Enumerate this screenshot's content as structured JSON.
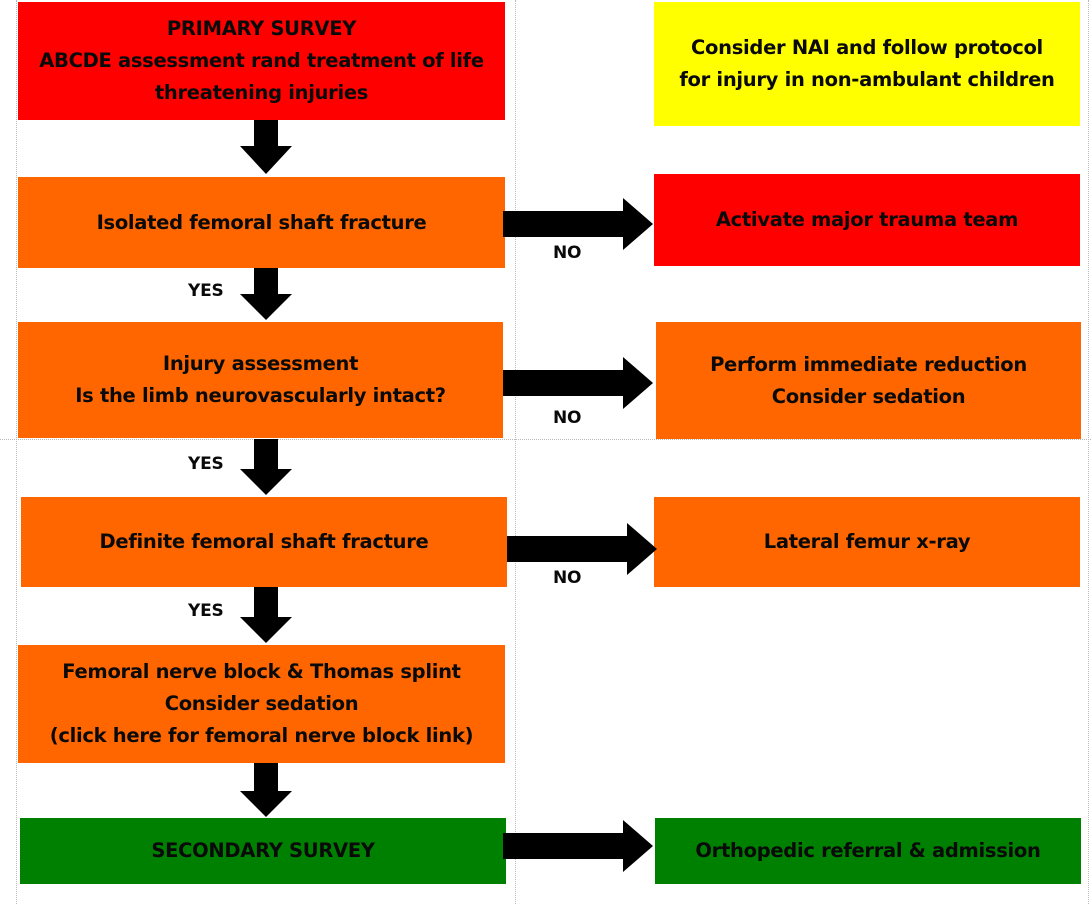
{
  "boxes": {
    "primary": {
      "line1": "PRIMARY SURVEY",
      "line2": "ABCDE assessment rand treatment of life",
      "line3": "threatening injuries",
      "color": "#ff0000"
    },
    "nai": {
      "line1": "Consider NAI and follow protocol",
      "line2": "for injury in non-ambulant children",
      "color": "#ffff00"
    },
    "isolated": {
      "line1": "Isolated femoral shaft fracture",
      "color": "#ff6600"
    },
    "trauma": {
      "line1": "Activate major trauma team",
      "color": "#ff0000"
    },
    "injury": {
      "line1": "Injury assessment",
      "line2": "Is the limb neurovascularly intact?",
      "color": "#ff6600"
    },
    "reduction": {
      "line1": "Perform immediate reduction",
      "line2": "Consider sedation",
      "color": "#ff6600"
    },
    "definite": {
      "line1": "Definite femoral shaft fracture",
      "color": "#ff6600"
    },
    "xray": {
      "line1": "Lateral femur x-ray",
      "color": "#ff6600"
    },
    "block": {
      "line1": "Femoral nerve block & Thomas splint",
      "line2": "Consider sedation",
      "line3": "(click here for femoral nerve block link)",
      "color": "#ff6600"
    },
    "secondary": {
      "line1": "SECONDARY SURVEY",
      "color": "#008000"
    },
    "referral": {
      "line1": "Orthopedic referral & admission",
      "color": "#008000"
    }
  },
  "labels": {
    "no1": "NO",
    "yes1": "YES",
    "no2": "NO",
    "yes2": "YES",
    "no3": "NO",
    "yes3": "YES"
  },
  "arrow_color": "#000000"
}
